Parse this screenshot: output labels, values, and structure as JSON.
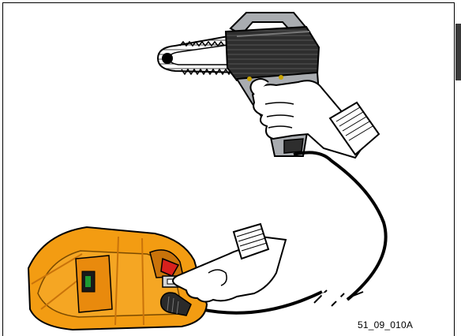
{
  "figure": {
    "code": "51_09_010A"
  },
  "colors": {
    "battery": "#f39c12",
    "battery_shade": "#c9730a",
    "saw_body": "#a9acb0",
    "saw_dark": "#2e2e2e",
    "trigger": "#ee8a1c",
    "glove": "#ffffff",
    "cable": "#000000",
    "connector_red": "#d8211d",
    "indicator_green": "#1f9a32"
  },
  "icons": [
    "chainsaw-illustration",
    "battery-pack-illustration",
    "glove-hand-illustration",
    "power-cable",
    "plug-connector",
    "cable-break-symbol"
  ]
}
